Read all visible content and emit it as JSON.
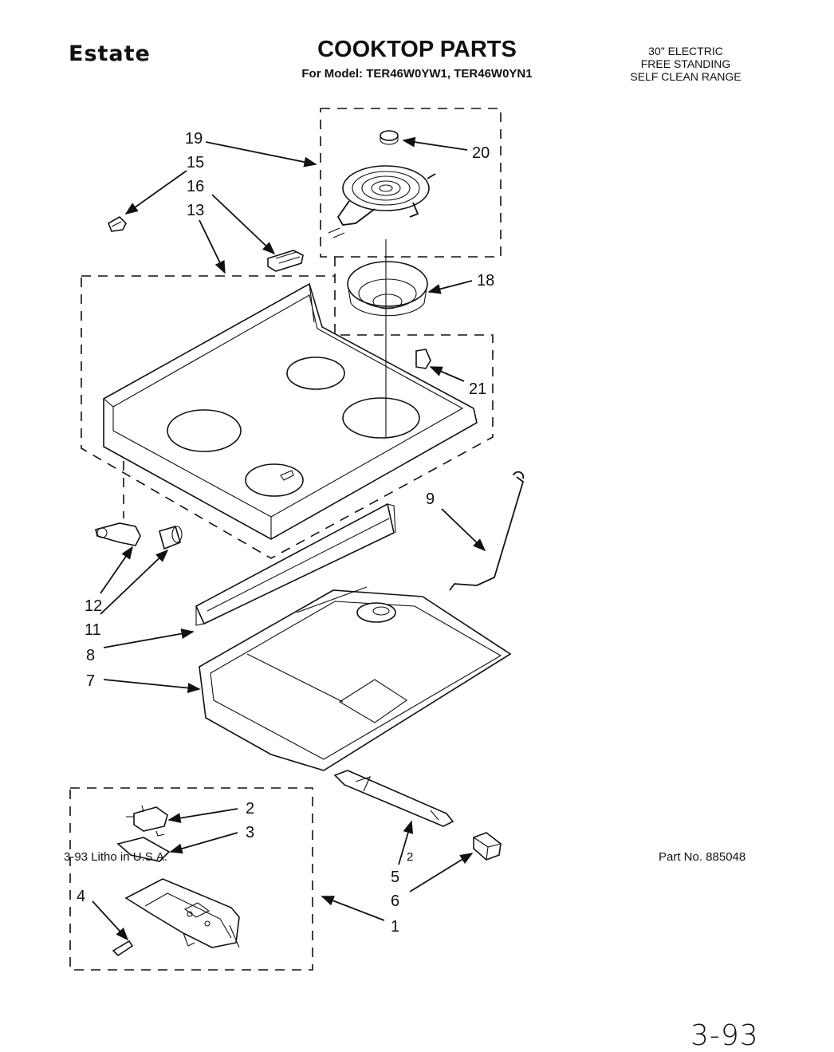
{
  "header": {
    "brand": "Estate",
    "title": "COOKTOP PARTS",
    "model_line": "For Model: TER46W0YW1, TER46W0YN1",
    "description": [
      "30\" ELECTRIC",
      "FREE STANDING",
      "SELF CLEAN RANGE"
    ]
  },
  "callouts": {
    "c1": "1",
    "c2": "2",
    "c3": "3",
    "c4": "4",
    "c5": "5",
    "c6": "6",
    "c7": "7",
    "c8": "8",
    "c9": "9",
    "c11": "11",
    "c12": "12",
    "c13": "13",
    "c15": "15",
    "c16": "16",
    "c18": "18",
    "c19": "19",
    "c20": "20",
    "c21": "21"
  },
  "footer": {
    "litho": "3-93 Litho in U.S.A.",
    "page": "2",
    "part_no": "Part No. 885048",
    "handwritten": "3-93"
  }
}
